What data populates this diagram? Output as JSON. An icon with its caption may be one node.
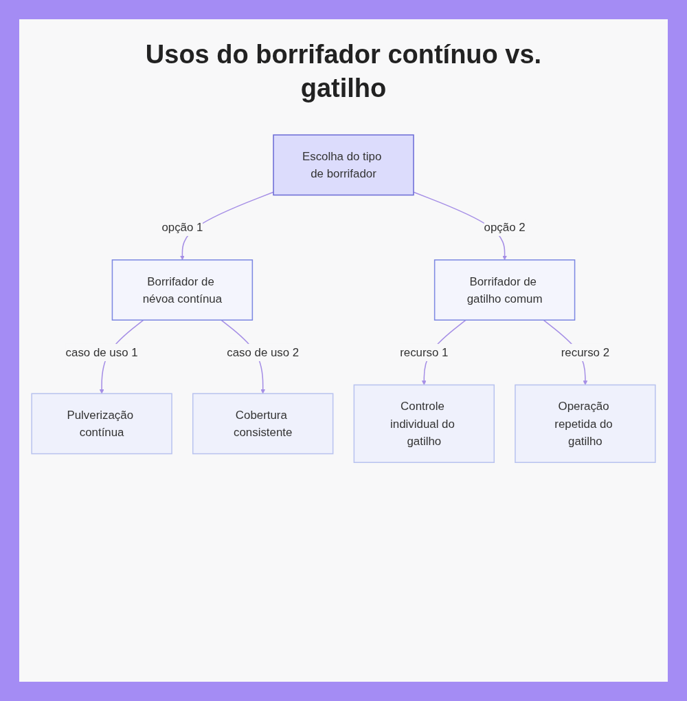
{
  "diagram": {
    "title": "Usos do borrifador contínuo vs. gatilho",
    "nodes": [
      {
        "text": [
          "Escolha do tipo de borrifador"
        ]
      },
      {
        "text": [
          "Borrifador de névoa contínua"
        ]
      },
      {
        "text": [
          "Borrifador de gatilho comum"
        ]
      },
      {
        "text": [
          "Pulverização contínua"
        ]
      },
      {
        "text": [
          "Cobertura consistente"
        ]
      },
      {
        "text": [
          "Controle individual do gatilho"
        ]
      },
      {
        "text": [
          "Operação repetida do gatilho"
        ]
      }
    ],
    "edges": [
      {
        "from": 0,
        "to": 1,
        "arrow": "to",
        "label": "opção 1"
      },
      {
        "from": 0,
        "to": 2,
        "arrow": "to",
        "label": "opção 2"
      },
      {
        "from": 1,
        "to": 3,
        "arrow": "to",
        "label": "caso de uso 1"
      },
      {
        "from": 1,
        "to": 4,
        "arrow": "to",
        "label": "caso de uso 2"
      },
      {
        "from": 2,
        "to": 5,
        "arrow": "to",
        "label": "recurso 1"
      },
      {
        "from": 2,
        "to": 6,
        "arrow": "to",
        "label": "recurso 2"
      }
    ]
  }
}
